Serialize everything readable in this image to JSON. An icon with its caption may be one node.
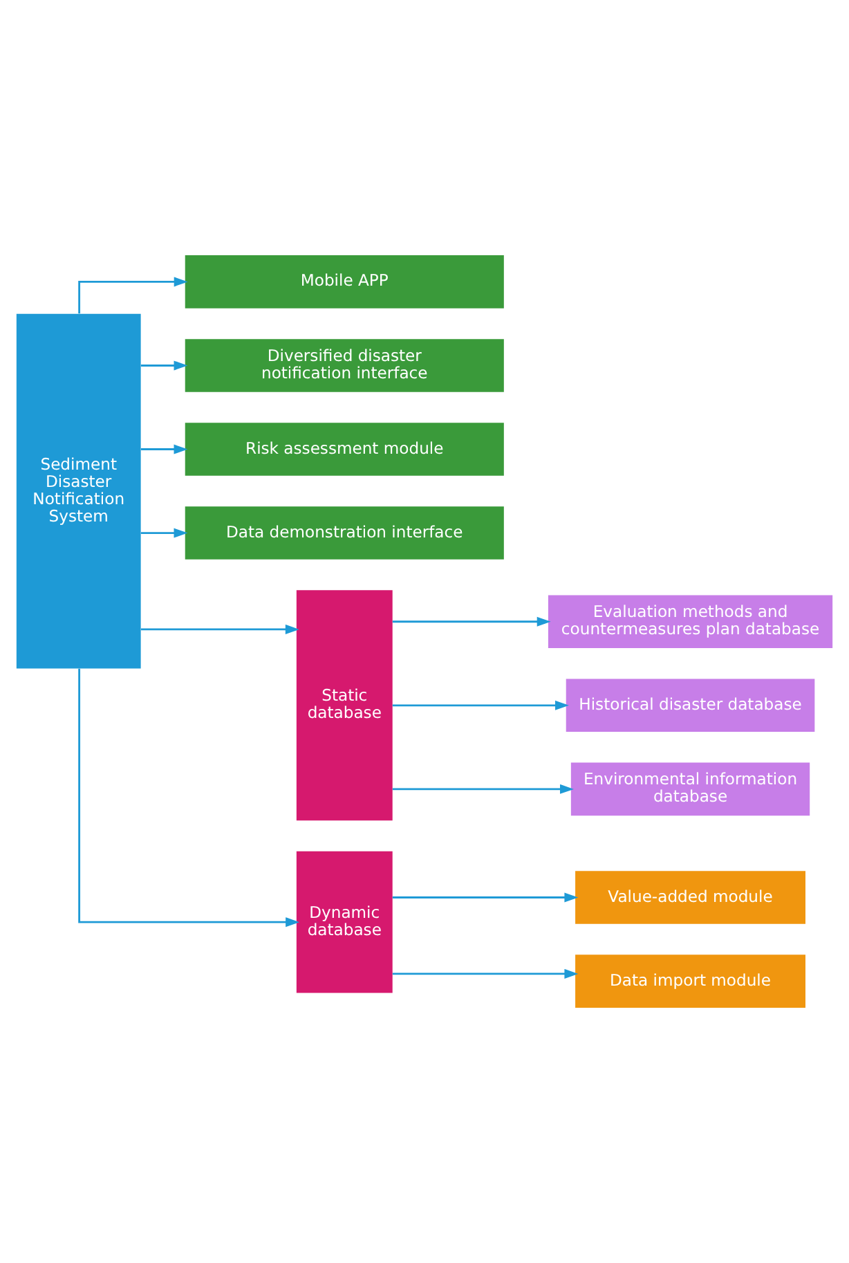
{
  "diagram": {
    "nodes": [
      {
        "text": [
          "Sediment Disaster Notification System"
        ]
      },
      {
        "text": [
          "Mobile APP"
        ]
      },
      {
        "text": [
          "Diversified disaster notification interface"
        ]
      },
      {
        "text": [
          "Risk assessment module"
        ]
      },
      {
        "text": [
          "Data demonstration interface"
        ]
      },
      {
        "text": [
          "Static database"
        ]
      },
      {
        "text": [
          "Evaluation methods and countermeasures plan database"
        ]
      },
      {
        "text": [
          "Historical disaster database"
        ]
      },
      {
        "text": [
          "Environmental information database"
        ]
      },
      {
        "text": [
          "Dynamic database"
        ]
      },
      {
        "text": [
          "Value-added module"
        ]
      },
      {
        "text": [
          "Data import module"
        ]
      }
    ],
    "edges": [
      {
        "from": 0,
        "to": 1,
        "arrow": "to"
      },
      {
        "from": 0,
        "to": 2,
        "arrow": "to"
      },
      {
        "from": 0,
        "to": 3,
        "arrow": "to"
      },
      {
        "from": 0,
        "to": 4,
        "arrow": "to"
      },
      {
        "from": 0,
        "to": 5,
        "arrow": "to"
      },
      {
        "from": 0,
        "to": 9,
        "arrow": "to"
      },
      {
        "from": 5,
        "to": 6,
        "arrow": "to"
      },
      {
        "from": 5,
        "to": 7,
        "arrow": "to"
      },
      {
        "from": 5,
        "to": 8,
        "arrow": "to"
      },
      {
        "from": 9,
        "to": 10,
        "arrow": "to"
      },
      {
        "from": 9,
        "to": 11,
        "arrow": "to"
      }
    ]
  }
}
